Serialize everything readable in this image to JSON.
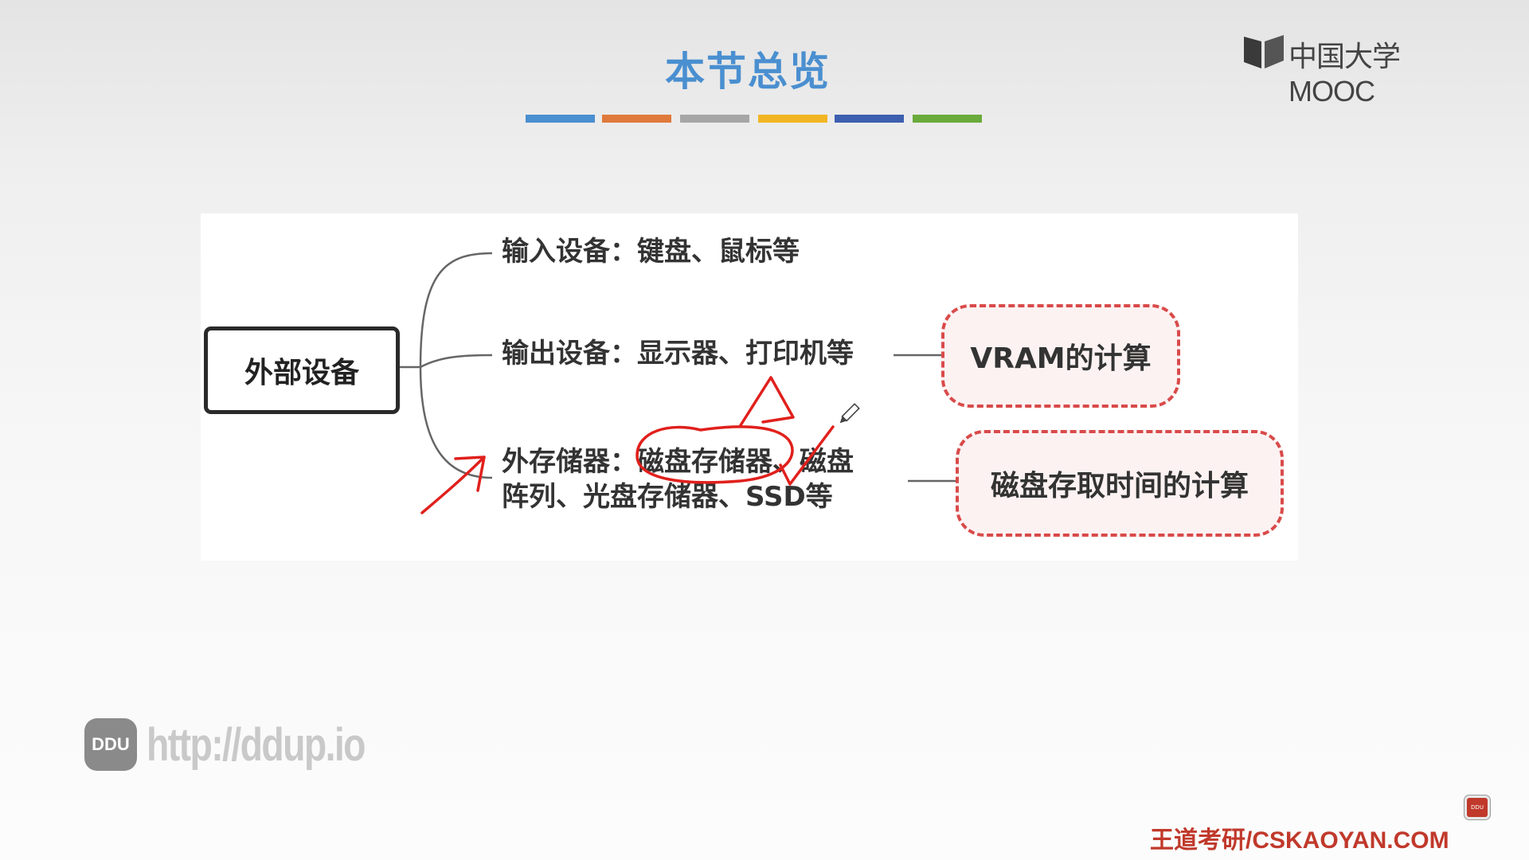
{
  "slide": {
    "title": "本节总览",
    "color_bar": [
      "#4a8fd0",
      "#e07a3c",
      "#a6a6a6",
      "#f2b624",
      "#3d5fb0",
      "#6aab3c"
    ]
  },
  "logo": {
    "text": "中国大学MOOC",
    "icon": "open-book-icon"
  },
  "mindmap": {
    "root": "外部设备",
    "branches": [
      {
        "label": "输入设备：",
        "detail": "键盘、鼠标等"
      },
      {
        "label": "输出设备：",
        "detail": "显示器、打印机等",
        "note": "VRAM的计算"
      },
      {
        "label": "外存储器：",
        "detail_line1": "磁盘存储器、磁盘",
        "detail_line2": "阵列、光盘存储器、SSD等",
        "note": "磁盘存取时间的计算"
      }
    ]
  },
  "annotations": {
    "color": "#e0201c",
    "marks": [
      "arrow",
      "circle",
      "caret",
      "checkmark",
      "pen-cursor-icon"
    ]
  },
  "watermark": {
    "badge": "DDU",
    "text": "http://ddup.io"
  },
  "footer": {
    "text": "王道考研/CSKAOYAN.COM",
    "chip_label": "DDU"
  }
}
